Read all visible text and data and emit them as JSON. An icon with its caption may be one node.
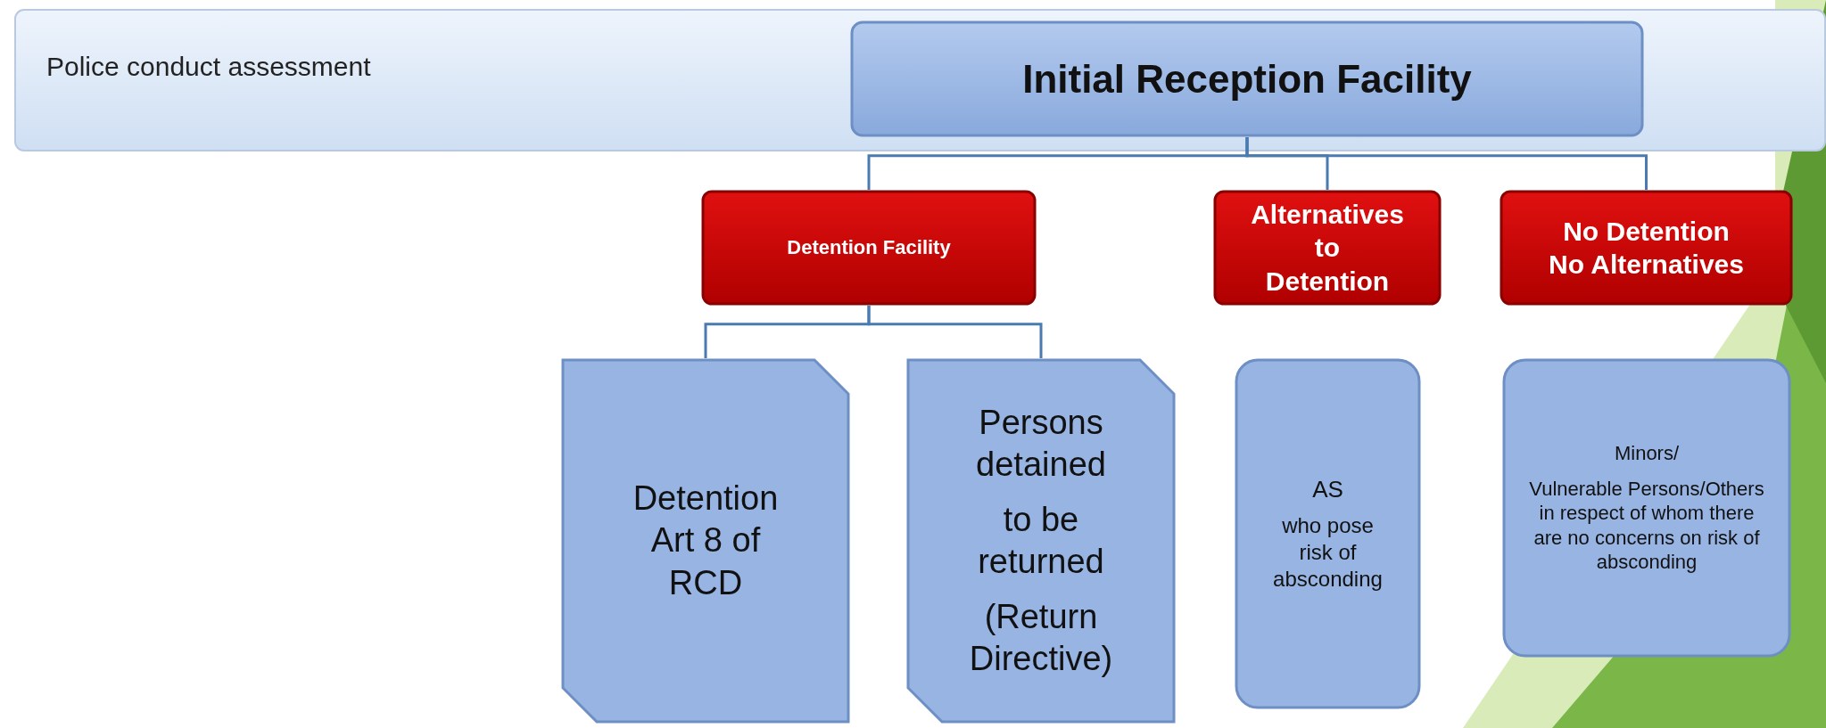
{
  "diagram": {
    "nodes": [
      {
        "text": [
          "Police conduct assessment"
        ]
      },
      {
        "text": [
          "Initial Reception Facility"
        ],
        "in": 0
      },
      {
        "text": [
          "Detention Facility"
        ]
      },
      {
        "text": [
          "Alternatives to Detention"
        ]
      },
      {
        "text": [
          "No Detention",
          "No Alternatives"
        ]
      },
      {
        "text": [
          "Detention Art 8 of RCD"
        ]
      },
      {
        "text": [
          "Persons detained",
          "to be returned",
          "(Return Directive)"
        ]
      },
      {
        "text": [
          "AS",
          "who pose risk of absconding"
        ]
      },
      {
        "text": [
          "Minors/",
          "Vulnerable Persons/Others in respect of whom there are no concerns on risk of absconding"
        ]
      }
    ],
    "edges": [
      {
        "from": 1,
        "to": 2,
        "arrow": "none"
      },
      {
        "from": 1,
        "to": 3,
        "arrow": "none"
      },
      {
        "from": 1,
        "to": 4,
        "arrow": "none"
      },
      {
        "from": 2,
        "to": 5,
        "arrow": "none"
      },
      {
        "from": 2,
        "to": 6,
        "arrow": "none"
      }
    ]
  }
}
